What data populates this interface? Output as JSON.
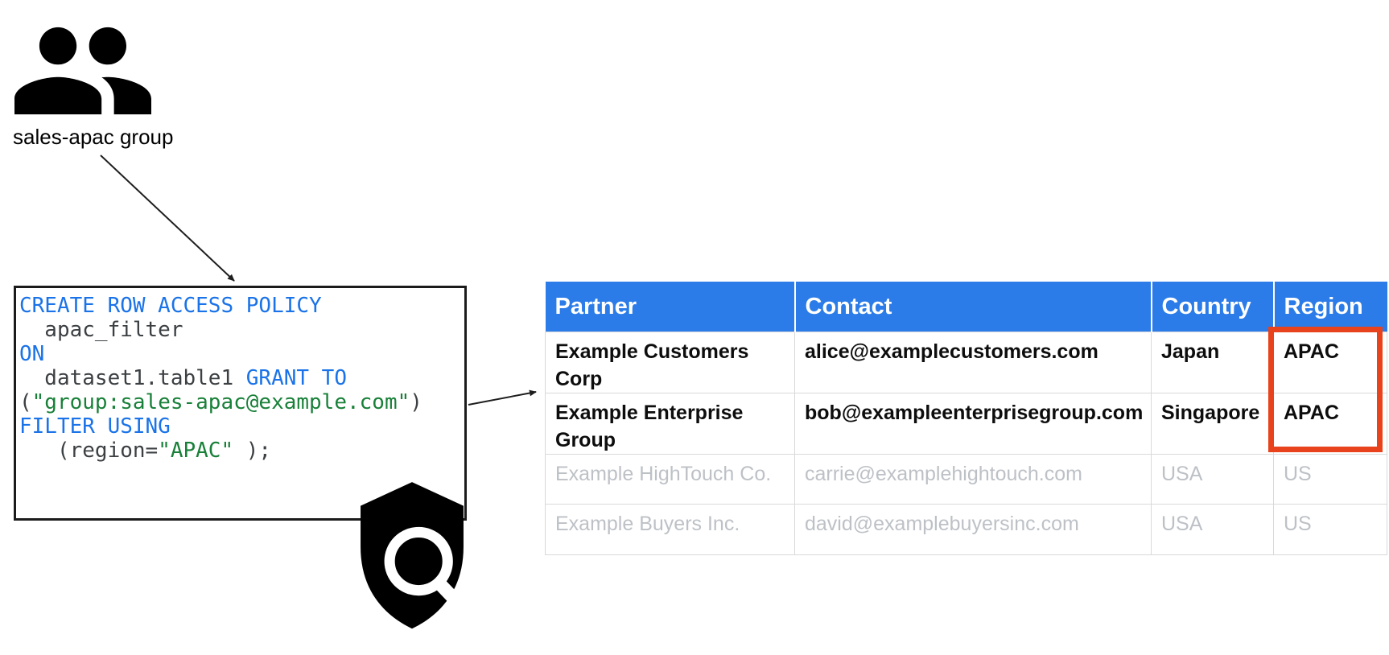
{
  "group": {
    "label": "sales-apac group",
    "icon": "group-icon"
  },
  "policy_box": {
    "lines": [
      [
        "CREATE ROW ACCESS POLICY"
      ],
      [
        "  apac_filter"
      ],
      [
        "ON"
      ],
      [
        "  dataset1.table1 ",
        "GRANT TO"
      ],
      [
        "(",
        "\"group:sales-apac@example.com\"",
        ")"
      ],
      [
        "FILTER USING"
      ],
      [
        "   (region=",
        "\"APAC\"",
        " );"
      ]
    ],
    "icon": "shield-search-icon"
  },
  "table": {
    "headers": [
      "Partner",
      "Contact",
      "Country",
      "Region"
    ],
    "rows": [
      {
        "partner": "Example Customers Corp",
        "contact": "alice@examplecustomers.com",
        "country": "Japan",
        "region": "APAC",
        "active": true
      },
      {
        "partner": "Example Enterprise Group",
        "contact": "bob@exampleenterprisegroup.com",
        "country": "Singapore",
        "region": "APAC",
        "active": true
      },
      {
        "partner": "Example HighTouch Co.",
        "contact": "carrie@examplehightouch.com",
        "country": "USA",
        "region": "US",
        "active": false
      },
      {
        "partner": "Example Buyers Inc.",
        "contact": "david@examplebuyersinc.com",
        "country": "USA",
        "region": "US",
        "active": false
      }
    ]
  },
  "colors": {
    "header_blue": "#2b7ce8",
    "highlight_red": "#e8431c",
    "keyword_blue": "#1a73e8",
    "string_green": "#188038",
    "code_gray": "#3c4043",
    "inactive_gray": "#bdc1c6",
    "table_border": "#d9d9d9",
    "icon_black": "#000000"
  }
}
